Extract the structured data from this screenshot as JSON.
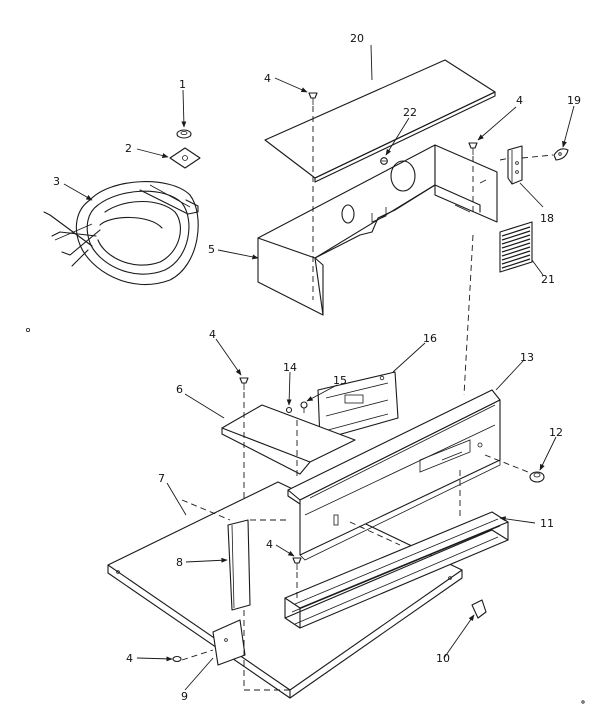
{
  "callouts": {
    "c1": "1",
    "c2": "2",
    "c3": "3",
    "c4a": "4",
    "c4b": "4",
    "c4c": "4",
    "c4d": "4",
    "c4e": "4",
    "c5": "5",
    "c6": "6",
    "c7": "7",
    "c8": "8",
    "c9": "9",
    "c10": "10",
    "c11": "11",
    "c12": "12",
    "c13": "13",
    "c14": "14",
    "c15": "15",
    "c16": "16",
    "c18": "18",
    "c19": "19",
    "c20": "20",
    "c21": "21",
    "c22": "22"
  }
}
